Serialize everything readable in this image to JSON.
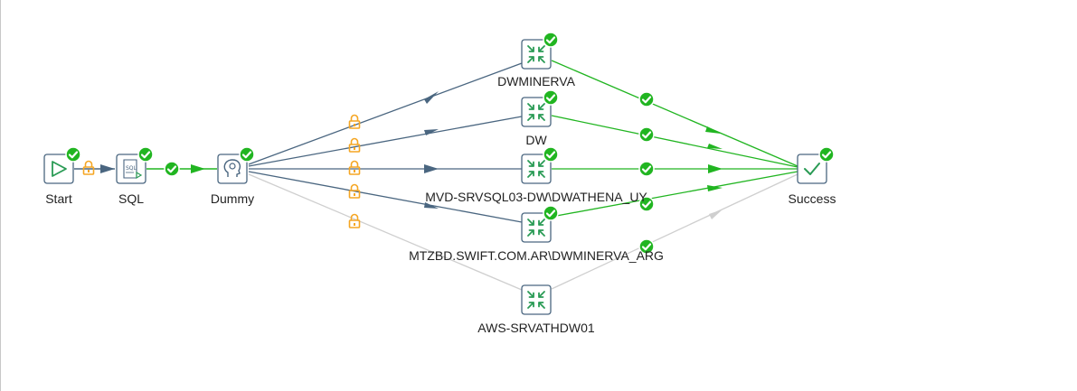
{
  "canvas": {
    "colors": {
      "hop_dark": "#4a6680",
      "hop_green": "#21b521",
      "hop_grey": "#cfcfcf",
      "lock_orange": "#f5a623",
      "node_border": "#4a6680",
      "icon_green": "#2a9b55"
    }
  },
  "nodes": {
    "start": {
      "label": "Start",
      "icon": "play-icon",
      "status": "success"
    },
    "sql": {
      "label": "SQL",
      "icon": "sql-script-icon",
      "status": "success"
    },
    "dummy": {
      "label": "Dummy",
      "icon": "dummy-head-icon",
      "status": "success"
    },
    "dwminerva": {
      "label": "DWMINERVA",
      "icon": "compress-arrows-icon",
      "status": "success"
    },
    "dw": {
      "label": "DW",
      "icon": "compress-arrows-icon",
      "status": "success"
    },
    "mvd": {
      "label": "MVD-SRVSQL03-DW\\DWATHENA_UY",
      "icon": "compress-arrows-icon",
      "status": "success"
    },
    "mtzbd": {
      "label": "MTZBD.SWIFT.COM.AR\\DWMINERVA_ARG",
      "icon": "compress-arrows-icon",
      "status": "success"
    },
    "aws": {
      "label": "AWS-SRVATHDW01",
      "icon": "compress-arrows-icon",
      "status": "none"
    },
    "success": {
      "label": "Success",
      "icon": "checkmark-icon",
      "status": "success"
    }
  }
}
